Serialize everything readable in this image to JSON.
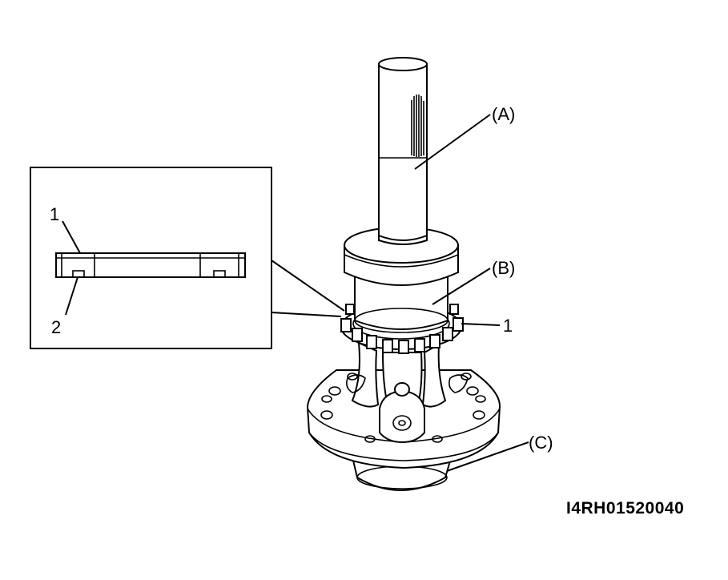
{
  "labels": {
    "tool_a": "(A)",
    "tool_b": "(B)",
    "part_c": "(C)",
    "callout_1": "1",
    "detail_1": "1",
    "detail_2": "2"
  },
  "figure_code": "I4RH01520040"
}
